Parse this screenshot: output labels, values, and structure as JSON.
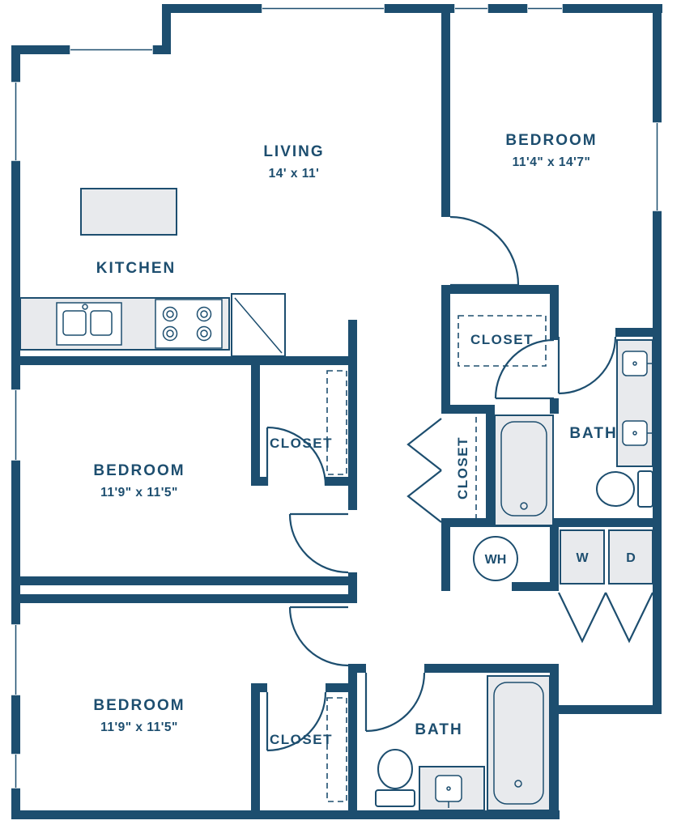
{
  "title": "3 bedroom 2 bath floor plan",
  "colors": {
    "wall": "#1d4e6f",
    "fixture_fill": "#e8eaed",
    "background": "#ffffff"
  },
  "rooms": {
    "living": {
      "name": "LIVING",
      "dims": "14' x 11'"
    },
    "kitchen": {
      "name": "KITCHEN"
    },
    "bedroom1": {
      "name": "BEDROOM",
      "dims": "11'4\" x 14'7\""
    },
    "bedroom2": {
      "name": "BEDROOM",
      "dims": "11'9\" x 11'5\""
    },
    "bedroom3": {
      "name": "BEDROOM",
      "dims": "11'9\" x 11'5\""
    },
    "bath1": {
      "name": "BATH"
    },
    "bath2": {
      "name": "BATH"
    },
    "closet1": {
      "name": "CLOSET"
    },
    "closet2": {
      "name": "CLOSET"
    },
    "closet3": {
      "name": "CLOSET"
    },
    "closet4": {
      "name": "CLOSET"
    },
    "water_heater": {
      "abbr": "WH"
    },
    "washer": {
      "abbr": "W"
    },
    "dryer": {
      "abbr": "D"
    }
  }
}
